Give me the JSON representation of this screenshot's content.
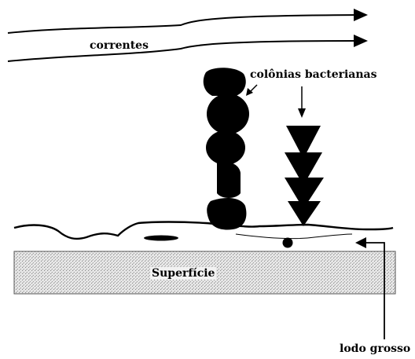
{
  "labels": {
    "currents": "correntes",
    "bacterial_colonies": "colônias bacterianas",
    "surface": "Superfície",
    "thick_sludge": "lodo grosso"
  }
}
